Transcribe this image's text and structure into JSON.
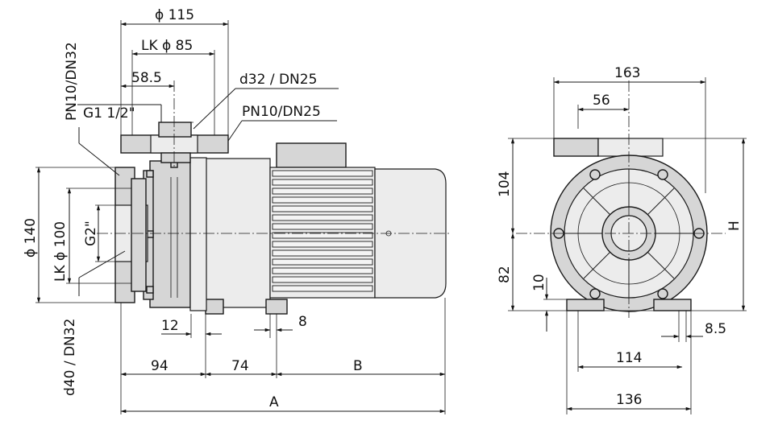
{
  "front_view": {
    "dims": {
      "flange_outer": "ϕ 115",
      "flange_bolt_circle": "LK  ϕ 85",
      "offset": "58.5",
      "outlet_pipe": "d32  /  DN25",
      "outlet_rating": "PN10/DN25",
      "outlet_thread": "G1 1/2\"",
      "inlet_rating": "PN10/DN32",
      "inlet_pipe": "d40  /  DN32",
      "inlet_flange_outer": "ϕ 140",
      "inlet_bolt_circle": "LK  ϕ 100",
      "inlet_thread": "G2\"",
      "foot_offset": "12",
      "foot_width": "8",
      "len_94": "94",
      "len_74": "74",
      "len_b": "B",
      "len_a": "A"
    }
  },
  "side_view": {
    "dims": {
      "width_total": "163",
      "outlet_offset": "56",
      "height_upper": "104",
      "height_lower": "82",
      "height_total": "H",
      "foot_height": "10",
      "slot_width": "8.5",
      "foot_spacing": "114",
      "base_width": "136"
    }
  }
}
